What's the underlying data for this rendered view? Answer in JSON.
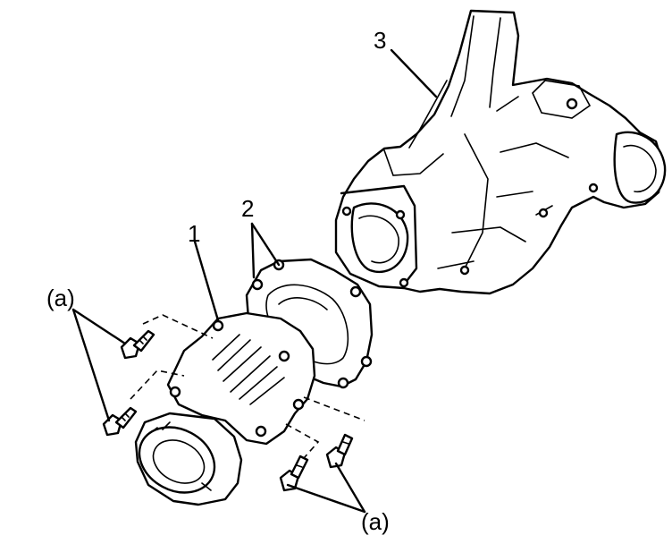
{
  "callouts": {
    "part1": "1",
    "part2": "2",
    "part3": "3",
    "bolt_left": "(a)",
    "bolt_bottom": "(a)"
  }
}
